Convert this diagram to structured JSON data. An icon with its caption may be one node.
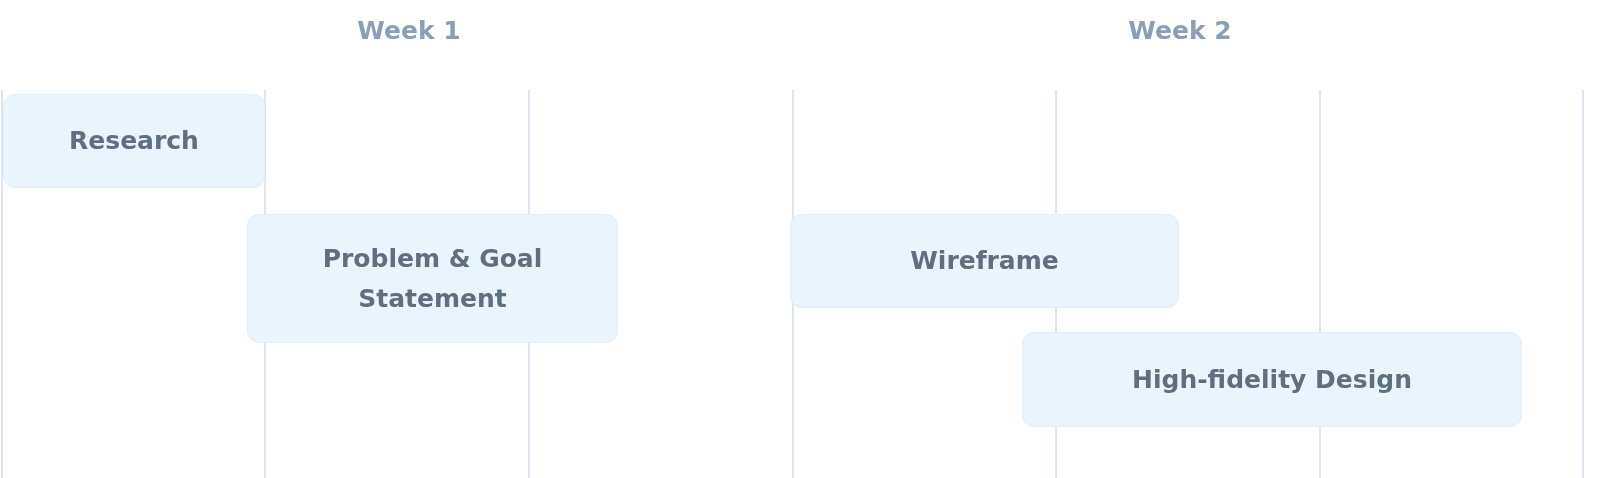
{
  "diagram": {
    "nodes": [
      {
        "text": [
          "Research"
        ]
      },
      {
        "text": [
          "Problem & Goal Statement"
        ]
      },
      {
        "text": [
          "Wireframe"
        ]
      },
      {
        "text": [
          "High-fidelity Design"
        ]
      }
    ],
    "labels": [
      "Week 1",
      "Week 2"
    ]
  }
}
